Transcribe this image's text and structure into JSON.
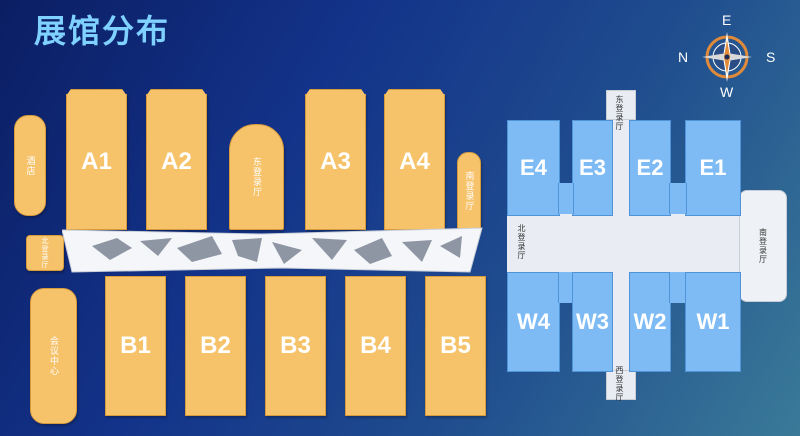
{
  "title": "展馆分布",
  "compass": {
    "east": "E",
    "north": "N",
    "south": "S",
    "west": "W"
  },
  "halls_top": [
    "A1",
    "A2",
    "A3",
    "A4"
  ],
  "halls_bottom": [
    "B1",
    "B2",
    "B3",
    "B4",
    "B5"
  ],
  "side_buildings": {
    "hotel": "酒店",
    "conference": "会议中心",
    "north_lobby": "北登录厅",
    "east_lobby": "东登录厅",
    "south_lobby": "南登录厅"
  },
  "complex_e": [
    "E4",
    "E3",
    "E2",
    "E1"
  ],
  "complex_w": [
    "W4",
    "W3",
    "W2",
    "W1"
  ],
  "complex_labels": {
    "east": "东登录厅",
    "north": "北登录厅",
    "south": "南登录厅",
    "west": "西登录厅"
  },
  "colors": {
    "hall_orange": "#f6c36b",
    "hall_blue": "#7ebbf5",
    "title": "#7fd1ff"
  }
}
